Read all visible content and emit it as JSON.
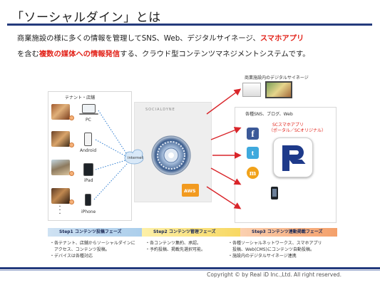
{
  "slide": {
    "title": "「ソーシャルダイン」とは",
    "description": {
      "line1_text": "商業施設の様に多くの情報を管理してSNS、Web、デジタルサイネージ、",
      "line1_highlight": "スマホアプリ",
      "line2_prefix": "を含む",
      "line2_highlight": "複数の媒体への情報発信",
      "line2_suffix": "する、クラウド型コンテンツマネジメントシステムです。"
    }
  },
  "left_panel": {
    "heading": "テナント・店舗",
    "devices": [
      "PC",
      "Android",
      "iPad",
      "iPhone"
    ],
    "ellipsis": "・\n・\n・"
  },
  "center_panel": {
    "logo_text": "SOCIALDYNE",
    "internet_label": "internet",
    "aws_label": "AWS"
  },
  "right_top": {
    "label": "商業施設内のデジタルサイネージ"
  },
  "right_panel": {
    "heading": "各種SNS、ブログ、Web",
    "sc_app_line1": "SCスマホアプリ",
    "sc_app_line2": "（ポータル／SCオリジナル）",
    "icons": [
      "facebook-icon",
      "twitter-icon",
      "mixi-icon"
    ]
  },
  "steps": [
    {
      "label": "Step1 コンテンツ投稿フェーズ"
    },
    {
      "label": "Step2 コンテンツ管理フェーズ"
    },
    {
      "label": "Step3 コンテンツ連動掲載フェーズ"
    }
  ],
  "step_notes": {
    "step1": [
      "・各テナント、店舗からソーシャルダインに",
      "　アクセス、コンテンツ投稿。",
      "・デバイスは各種対応"
    ],
    "step2": [
      "・各コンテンツ集約、承認。",
      "・予約投稿、掲載先選択可能。"
    ],
    "step3": [
      "・各種ソーシャルネットワークス、スマホアプリ",
      "　投稿、Web(CMS)にコンテンツ自動投稿。",
      "・施設内のデジタルサイネージ連携"
    ]
  },
  "footer": {
    "copyright": "Copyright © by Real iD Inc.,Ltd. All right reserved."
  },
  "colors": {
    "title_rule": "#243b7d",
    "highlight": "#e2231a",
    "arrow_red": "#d9252a",
    "arrow_blue": "#2e7dd1"
  }
}
